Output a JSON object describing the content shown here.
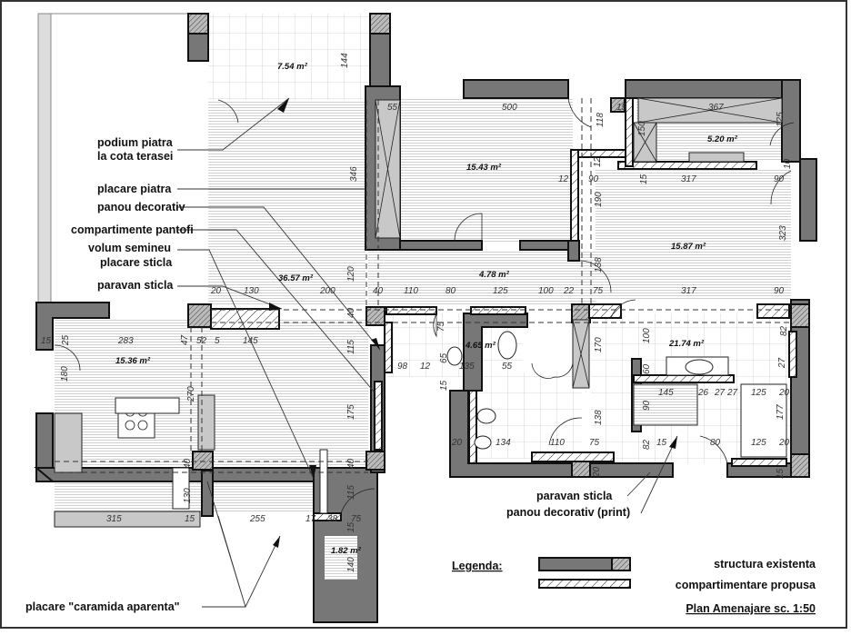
{
  "title": "Plan Amenajare  sc. 1:50",
  "annotations": {
    "podium_line1": "podium piatra",
    "podium_line2": "la cota terasei",
    "placare_piatra": "placare piatra",
    "panou_decorativ": "panou decorativ",
    "compartimente_pantofi": "compartimente pantofi",
    "volum_semineu": "volum semineu",
    "placare_sticla": "placare sticla",
    "paravan_sticla_left": "paravan sticla",
    "placare_caramida": "placare \"caramida aparenta\"",
    "paravan_sticla_right": "paravan sticla",
    "panou_decorativ_print": "panou decorativ (print)"
  },
  "rooms": [
    {
      "area": "7.54 m²"
    },
    {
      "area": "15.43 m²"
    },
    {
      "area": "5.20 m²"
    },
    {
      "area": "15.87 m²"
    },
    {
      "area": "36.57 m²"
    },
    {
      "area": "4.78 m²"
    },
    {
      "area": "15.36 m²"
    },
    {
      "area": "4.65 m²"
    },
    {
      "area": "21.74 m²"
    },
    {
      "area": "1.82 m²"
    }
  ],
  "dims": [
    "144",
    "55",
    "500",
    "118",
    "15",
    "367",
    "150",
    "125",
    "346",
    "12",
    "12",
    "90",
    "15",
    "317",
    "90",
    "10",
    "190",
    "323",
    "138",
    "120",
    "20",
    "130",
    "200",
    "40",
    "110",
    "80",
    "125",
    "100",
    "22",
    "75",
    "317",
    "90",
    "40",
    "15",
    "25",
    "283",
    "47",
    "52",
    "5",
    "145",
    "115",
    "180",
    "75",
    "98",
    "12",
    "65",
    "135",
    "55",
    "15",
    "170",
    "100",
    "82",
    "60",
    "27",
    "145",
    "26",
    "27",
    "27",
    "125",
    "20",
    "90",
    "270",
    "175",
    "177",
    "138",
    "20",
    "134",
    "110",
    "75",
    "82",
    "15",
    "80",
    "125",
    "20",
    "40",
    "130",
    "40",
    "115",
    "20",
    "15",
    "315",
    "15",
    "255",
    "17",
    "38",
    "75",
    "15",
    "140"
  ],
  "legend": {
    "heading": "Legenda:",
    "existing": "structura existenta",
    "proposed": "compartimentare propusa"
  },
  "colors": {
    "wall": "#777777",
    "line": "#111111",
    "floor_lines": "#bbbbbb"
  }
}
